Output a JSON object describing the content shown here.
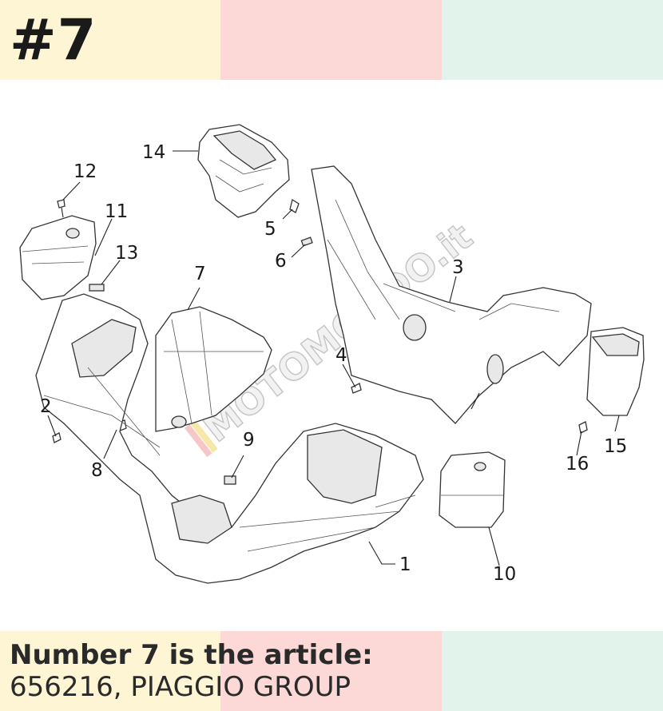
{
  "header": {
    "page_number": "#7"
  },
  "colors": {
    "band_left": "#fdf5d4",
    "band_middle": "#fcd9d6",
    "band_right": "#e2f3ec"
  },
  "diagram": {
    "watermark": "MOTOMONDO.it",
    "callouts": [
      "1",
      "2",
      "3",
      "4",
      "5",
      "6",
      "7",
      "8",
      "9",
      "10",
      "11",
      "12",
      "13",
      "14",
      "15",
      "16"
    ]
  },
  "caption": {
    "line1": "Number 7 is the article:",
    "line2": "656216, PIAGGIO GROUP"
  }
}
